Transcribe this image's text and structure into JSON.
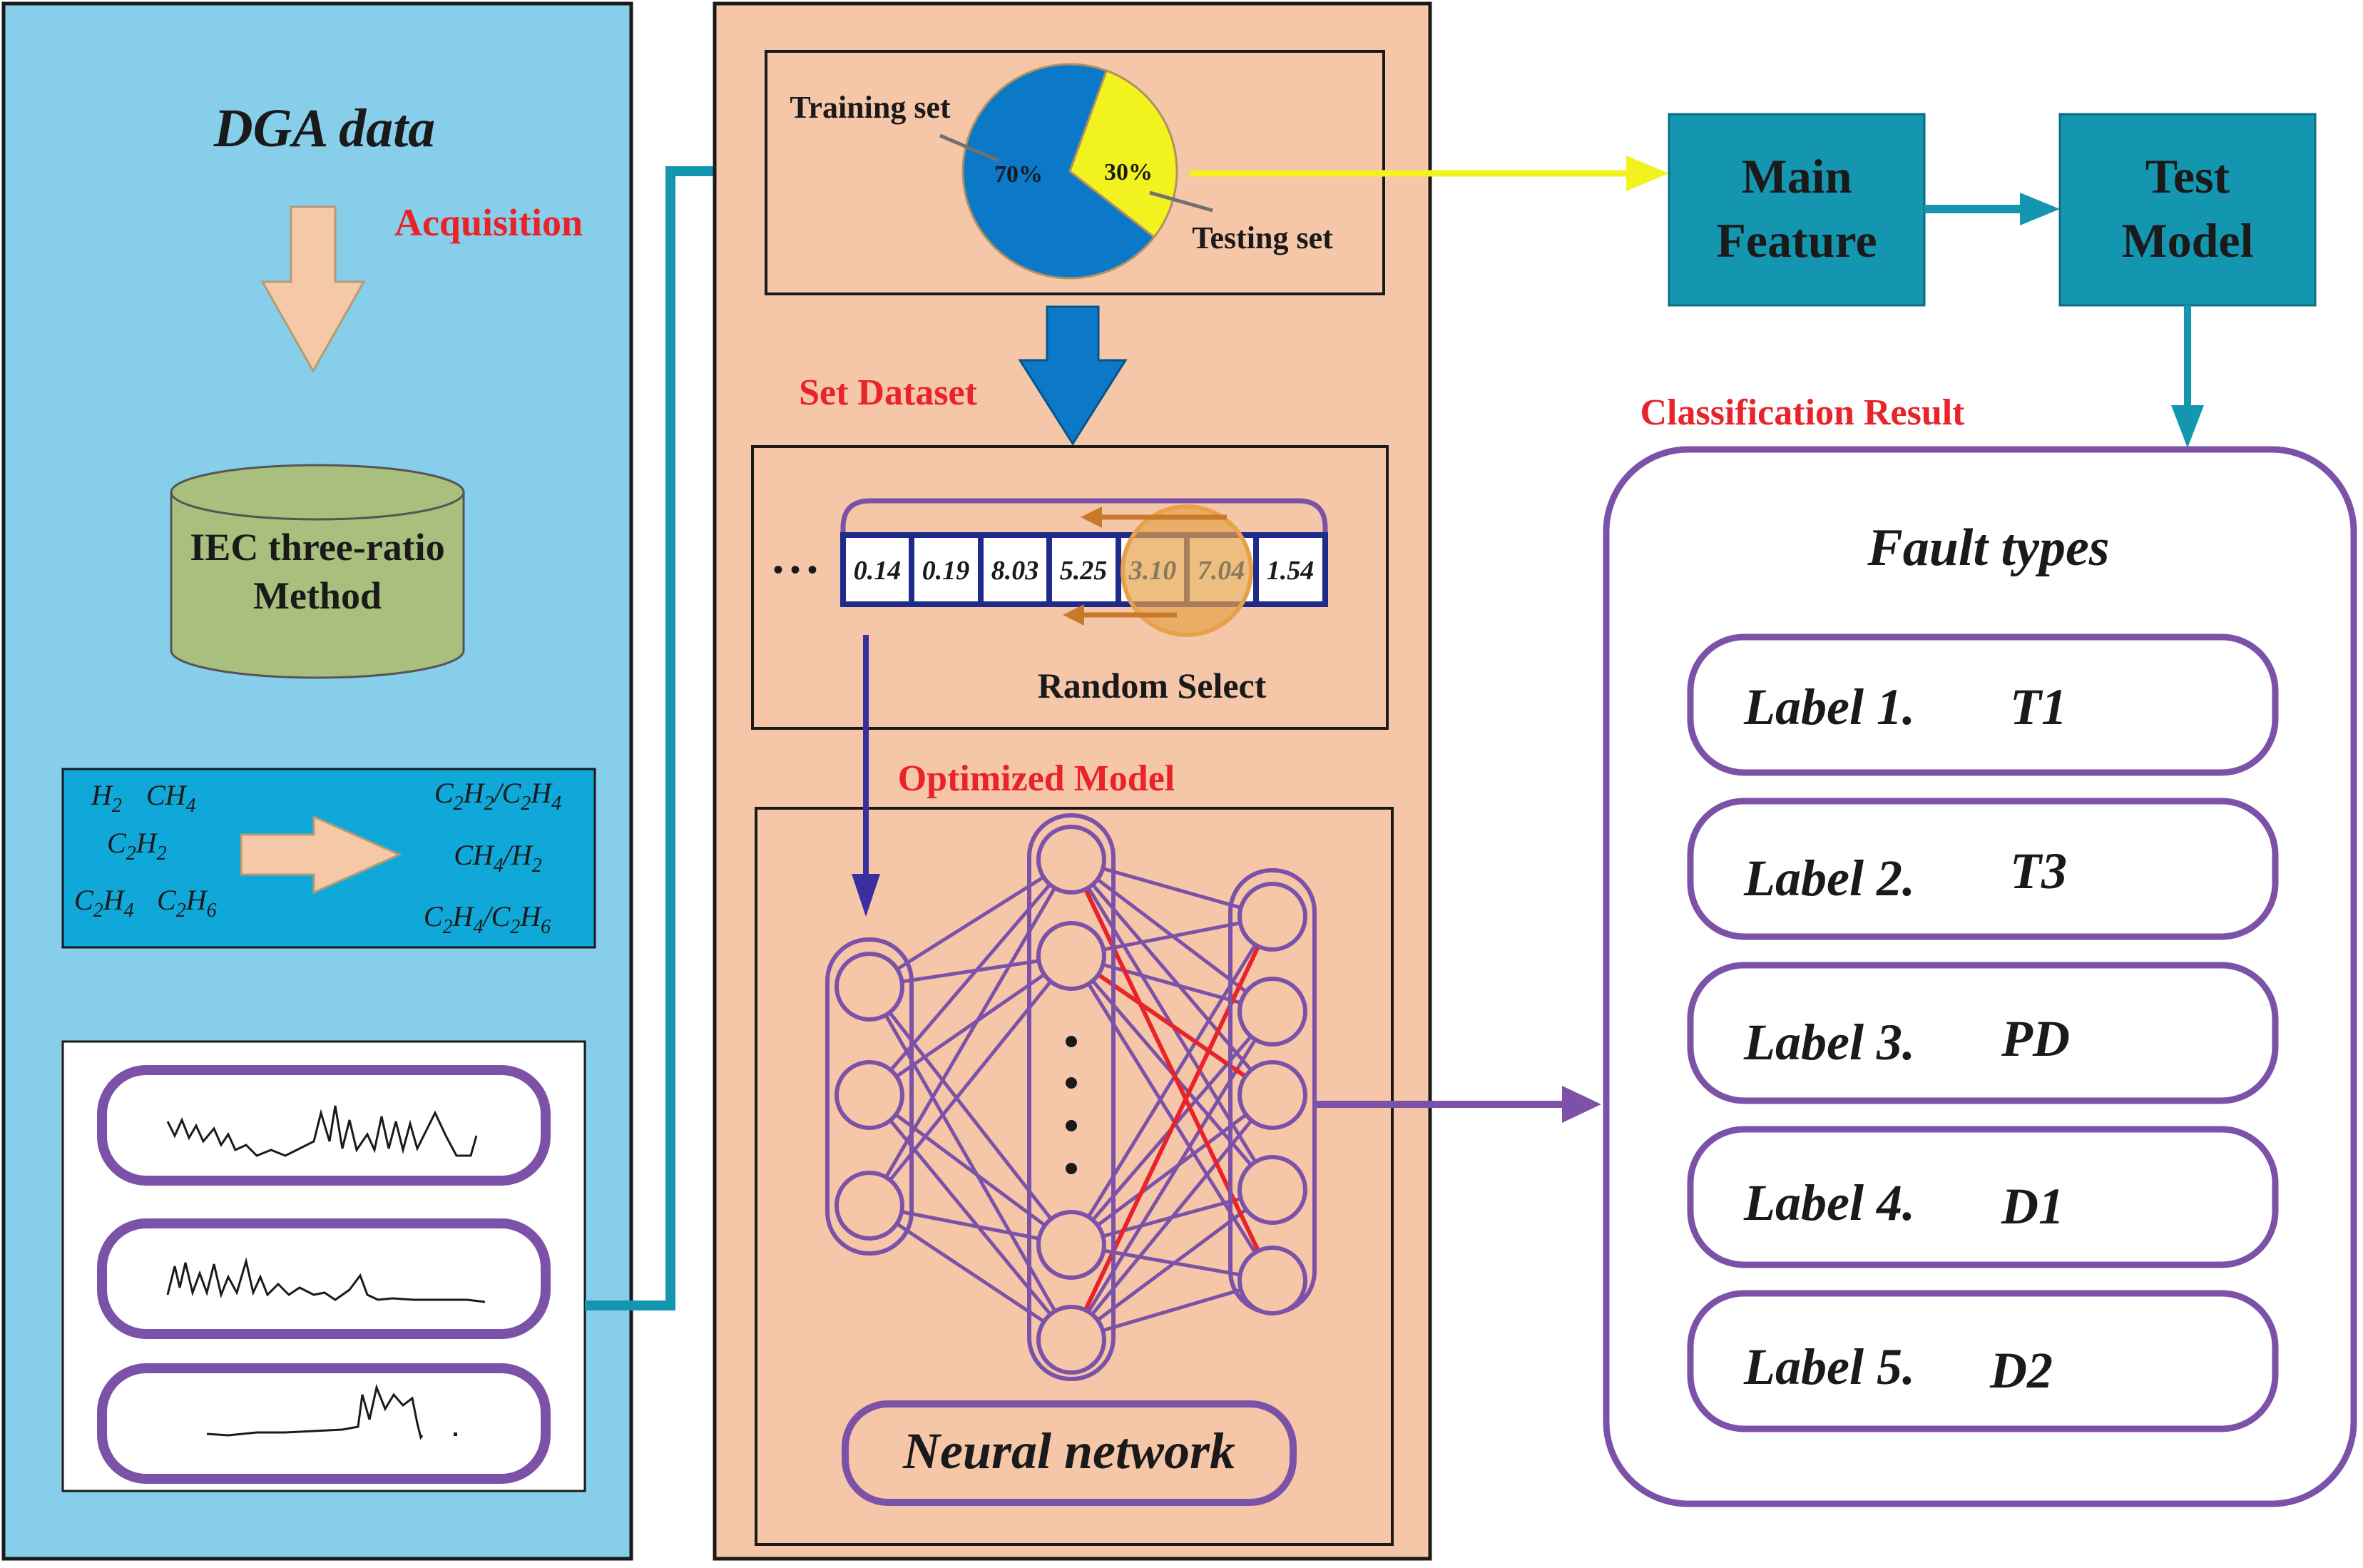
{
  "left_panel": {
    "title": "DGA data",
    "acquisition_label": "Acquisition",
    "cylinder_line1": "IEC three-ratio",
    "cylinder_line2": "Method",
    "gases": {
      "h2": "H",
      "ch4": "CH",
      "c2h2": "C",
      "c2h4": "C",
      "c2h6": "C"
    },
    "ratios": {
      "r1": "C2H2/C2H4",
      "r2": "CH4/H2",
      "r3": "C2H4/C2H6"
    }
  },
  "middle_panel": {
    "pie": {
      "training_label": "Training set",
      "testing_label": "Testing set",
      "training_pct": "70%",
      "testing_pct": "30%",
      "training_value": 70,
      "testing_value": 30
    },
    "set_dataset_label": "Set Dataset",
    "ellipsis": "• • •",
    "sequence": [
      "0.14",
      "0.19",
      "8.03",
      "5.25",
      "3.10",
      "7.04",
      "1.54"
    ],
    "random_select_label": "Random Select",
    "optimized_model_label": "Optimized Model",
    "neural_network_label": "Neural network"
  },
  "right_panel": {
    "main_feature_line1": "Main",
    "main_feature_line2": "Feature",
    "test_model_line1": "Test",
    "test_model_line2": "Model",
    "classification_result_label": "Classification Result",
    "fault_types_title": "Fault types",
    "labels": [
      {
        "name": "Label 1.",
        "code": "T1"
      },
      {
        "name": "Label 2.",
        "code": "T3"
      },
      {
        "name": "Label 3.",
        "code": "PD"
      },
      {
        "name": "Label 4.",
        "code": "D1"
      },
      {
        "name": "Label 5.",
        "code": "D2"
      }
    ]
  },
  "colors": {
    "left_bg": "#87ceeb",
    "middle_bg": "#f5c6a8",
    "teal_box": "#1596b0",
    "purple": "#7c52a8",
    "red_label": "#e8232a",
    "pie_blue": "#0b78c8",
    "pie_yellow": "#f2f21f",
    "cylinder": "#a8bf7d",
    "gas_box": "#10a8d8",
    "arrow_peach": "#f5c9a8",
    "orange": "#e6a24a"
  }
}
